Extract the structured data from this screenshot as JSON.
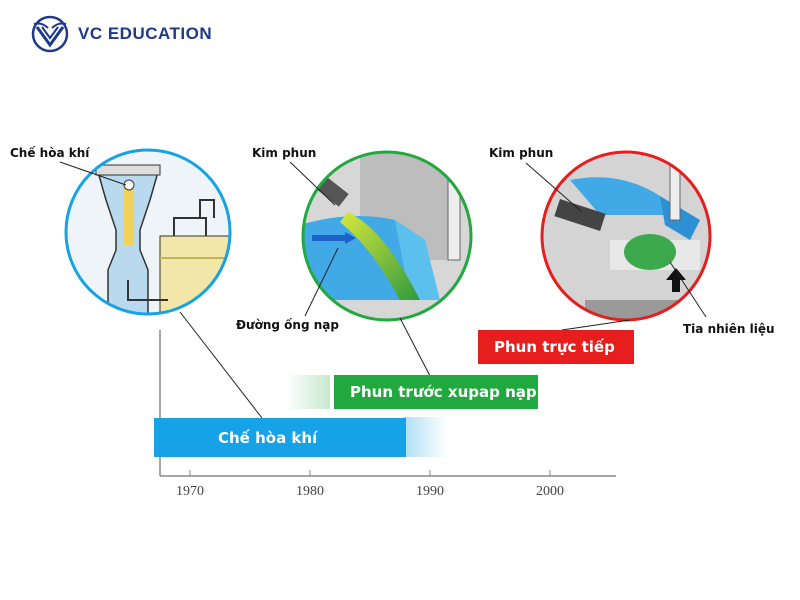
{
  "brand": {
    "name": "VC EDUCATION",
    "color": "#1d3a8a"
  },
  "labels": {
    "carburetor_part": "Chế hòa khí",
    "injector_1": "Kim phun",
    "intake_manifold": "Đường ống nạp",
    "injector_2": "Kim phun",
    "fuel_spray": "Tia nhiên liệu"
  },
  "bars": {
    "carburetor": {
      "label": "Chế hòa khí",
      "color": "#16a2e6",
      "from": 1967,
      "to": 1988
    },
    "port_injection": {
      "label": "Phun trước xupap nạp",
      "color": "#21a93f",
      "from": 1982,
      "to": 1999
    },
    "direct_injection": {
      "label": "Phun trực tiếp",
      "color": "#e61e1e",
      "from": 1994,
      "to": 2007
    }
  },
  "axis": {
    "ticks": [
      "1970",
      "1980",
      "1990",
      "2000"
    ]
  },
  "colors": {
    "circle_1": "#16a2e6",
    "circle_2": "#21a93f",
    "circle_3": "#e61e1e"
  }
}
